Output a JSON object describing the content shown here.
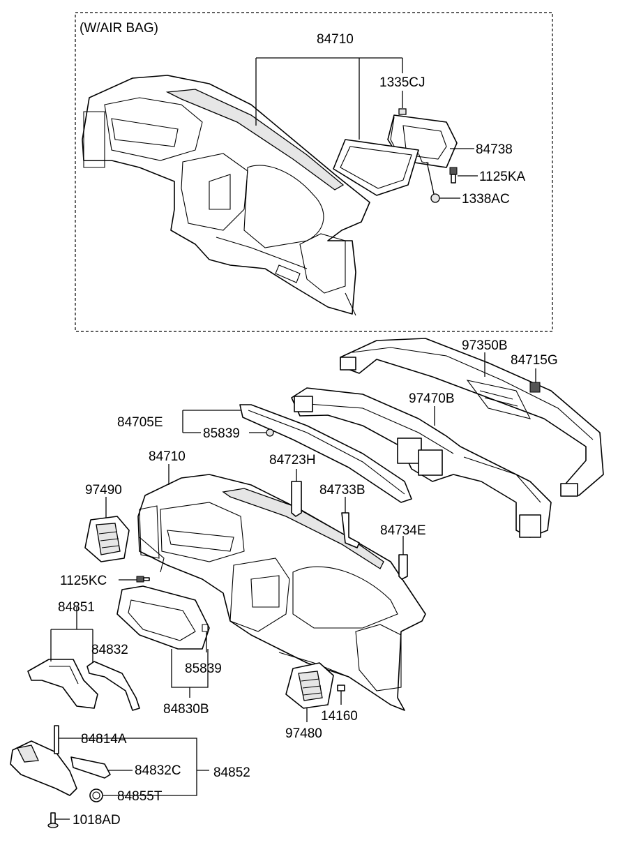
{
  "section_label": "(W/AIR BAG)",
  "labels": {
    "p84710_top": "84710",
    "p1335CJ": "1335CJ",
    "p84738": "84738",
    "p1125KA": "1125KA",
    "p1338AC": "1338AC",
    "p97350B": "97350B",
    "p84715G": "84715G",
    "p97470B": "97470B",
    "p84705E": "84705E",
    "p85839_a": "85839",
    "p84710_mid": "84710",
    "p84723H": "84723H",
    "p84733B": "84733B",
    "p97490": "97490",
    "p84734E": "84734E",
    "p1125KC": "1125KC",
    "p84851": "84851",
    "p84832": "84832",
    "p85839_b": "85839",
    "p84830B": "84830B",
    "p14160": "14160",
    "p97480": "97480",
    "p84814A": "84814A",
    "p84832C": "84832C",
    "p84852": "84852",
    "p84855T": "84855T",
    "p1018AD": "1018AD"
  }
}
